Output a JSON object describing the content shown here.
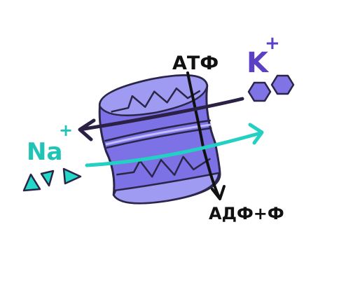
{
  "labels": {
    "atp": "АТФ",
    "k_base": "K",
    "k_charge": "+",
    "na_base": "Na",
    "na_charge": "+",
    "adp": "АДФ+Ф"
  },
  "colors": {
    "outline": "#2b2548",
    "pump_light": "#9f9af2",
    "pump_mid": "#7c72e6",
    "pump_dark": "#5f55cf",
    "k_color": "#5b3fc4",
    "potassium_ion": "#7f73e6",
    "na_color": "#1fc4b6",
    "sodium_ion": "#24d8c8",
    "k_arrow": "#2b2145",
    "na_arrow": "#22d1c2",
    "atp_arrow": "#111111"
  },
  "icons": {
    "potassium": "hexagon",
    "sodium": "triangle"
  }
}
